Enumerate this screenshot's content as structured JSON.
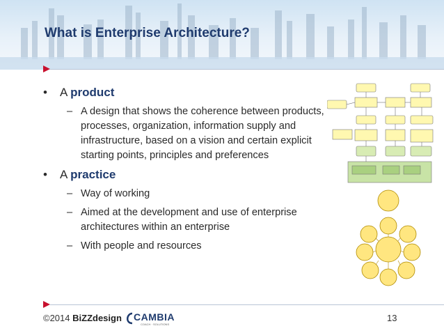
{
  "slide": {
    "title": "What is Enterprise Architecture?",
    "bullets": [
      {
        "term": "product",
        "prefix": "A ",
        "subs": [
          "A design that shows the coherence between products, processes, organization, information supply and infrastructure, based on a vision and certain explicit starting points, principles and preferences"
        ]
      },
      {
        "term": "practice",
        "prefix": "A ",
        "subs": [
          "Way of working",
          "Aimed at the development and use of enterprise architectures within an enterprise",
          "With people and resources"
        ]
      }
    ],
    "bullet_glyph": "•",
    "dash_glyph": "–",
    "page_number": "13"
  },
  "footer": {
    "copyright": "©2014 ",
    "brand": "BiZZdesign",
    "partner_logo_text": "CAMBIA",
    "partner_logo_sub": "COACH · SOLUTIONS"
  },
  "colors": {
    "title": "#1f3b6e",
    "accent": "#c8102e",
    "box_yellow": "#fff8b0",
    "box_green": "#d8ecb4",
    "adm_yellow": "#ffe680"
  }
}
